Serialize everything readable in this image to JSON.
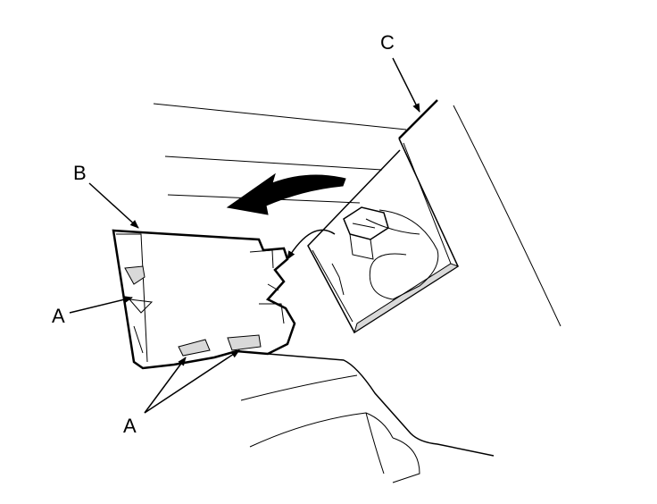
{
  "labels": {
    "a1": "A",
    "a2": "A",
    "b": "B",
    "c": "C"
  },
  "colors": {
    "line": "#000000",
    "shade": "#d9d9d9",
    "background": "#ffffff"
  }
}
